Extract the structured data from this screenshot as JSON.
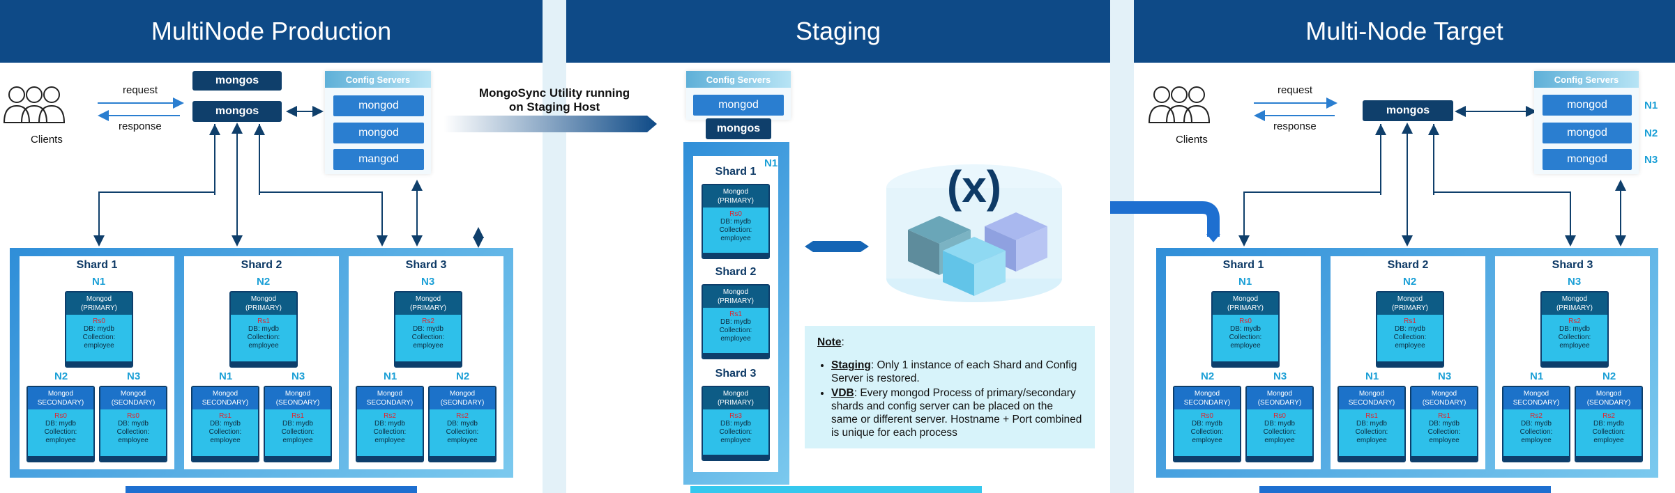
{
  "panels": {
    "production": {
      "title": "MultiNode Production"
    },
    "staging": {
      "title": "Staging"
    },
    "target": {
      "title": "Multi-Node Target"
    }
  },
  "clients_label": "Clients",
  "request_label": "request",
  "response_label": "response",
  "mongos_label": "mongos",
  "config_servers_label": "Config Servers",
  "production_config": [
    "mongod",
    "mongod",
    "mangod"
  ],
  "staging_config": [
    "mongod"
  ],
  "target_config": [
    "mongod",
    "mongod",
    "mongod"
  ],
  "target_config_nodes": [
    "N1",
    "N2",
    "N3"
  ],
  "mongosync_label_1": "MongoSync Utility running",
  "mongosync_label_2": "on Staging Host",
  "shards": [
    {
      "title": "Shard 1",
      "primary_node": "N1",
      "rs": "Rs0",
      "secondary_nodes": [
        "N2",
        "N3"
      ]
    },
    {
      "title": "Shard 2",
      "primary_node": "N2",
      "rs": "Rs1",
      "secondary_nodes": [
        "N1",
        "N3"
      ]
    },
    {
      "title": "Shard 3",
      "primary_node": "N3",
      "rs": "Rs2",
      "secondary_nodes": [
        "N1",
        "N2"
      ]
    }
  ],
  "staging_node": "N1",
  "staging_shards": [
    {
      "title": "Shard 1",
      "rs": "Rs0"
    },
    {
      "title": "Shard 2",
      "rs": "Rs1"
    },
    {
      "title": "Shard 3",
      "rs": "Rs3"
    }
  ],
  "node_text": {
    "mongod": "Mongod",
    "primary": "(PRIMARY)",
    "secondary": "SECONDARY)",
    "seondary": "(SEONDARY)",
    "db": "DB: mydb",
    "collection": "Collection:",
    "employee": "employee"
  },
  "note": {
    "heading": "Note",
    "staging_term": "Staging",
    "staging_text": ": Only 1 instance of each Shard and Config Server is restored.",
    "vdb_term": "VDB",
    "vdb_text": ": Every mongod Process of primary/secondary shards and config server can be placed on the same or different server. Hostname + Port combined is unique for each process"
  },
  "colors": {
    "header": "#0e4a87",
    "mongos": "#0f3f6b",
    "config": "#2a7ed0",
    "node": "#2ec0ea",
    "rs": "#e0242d",
    "accent": "#1a9fd6"
  }
}
